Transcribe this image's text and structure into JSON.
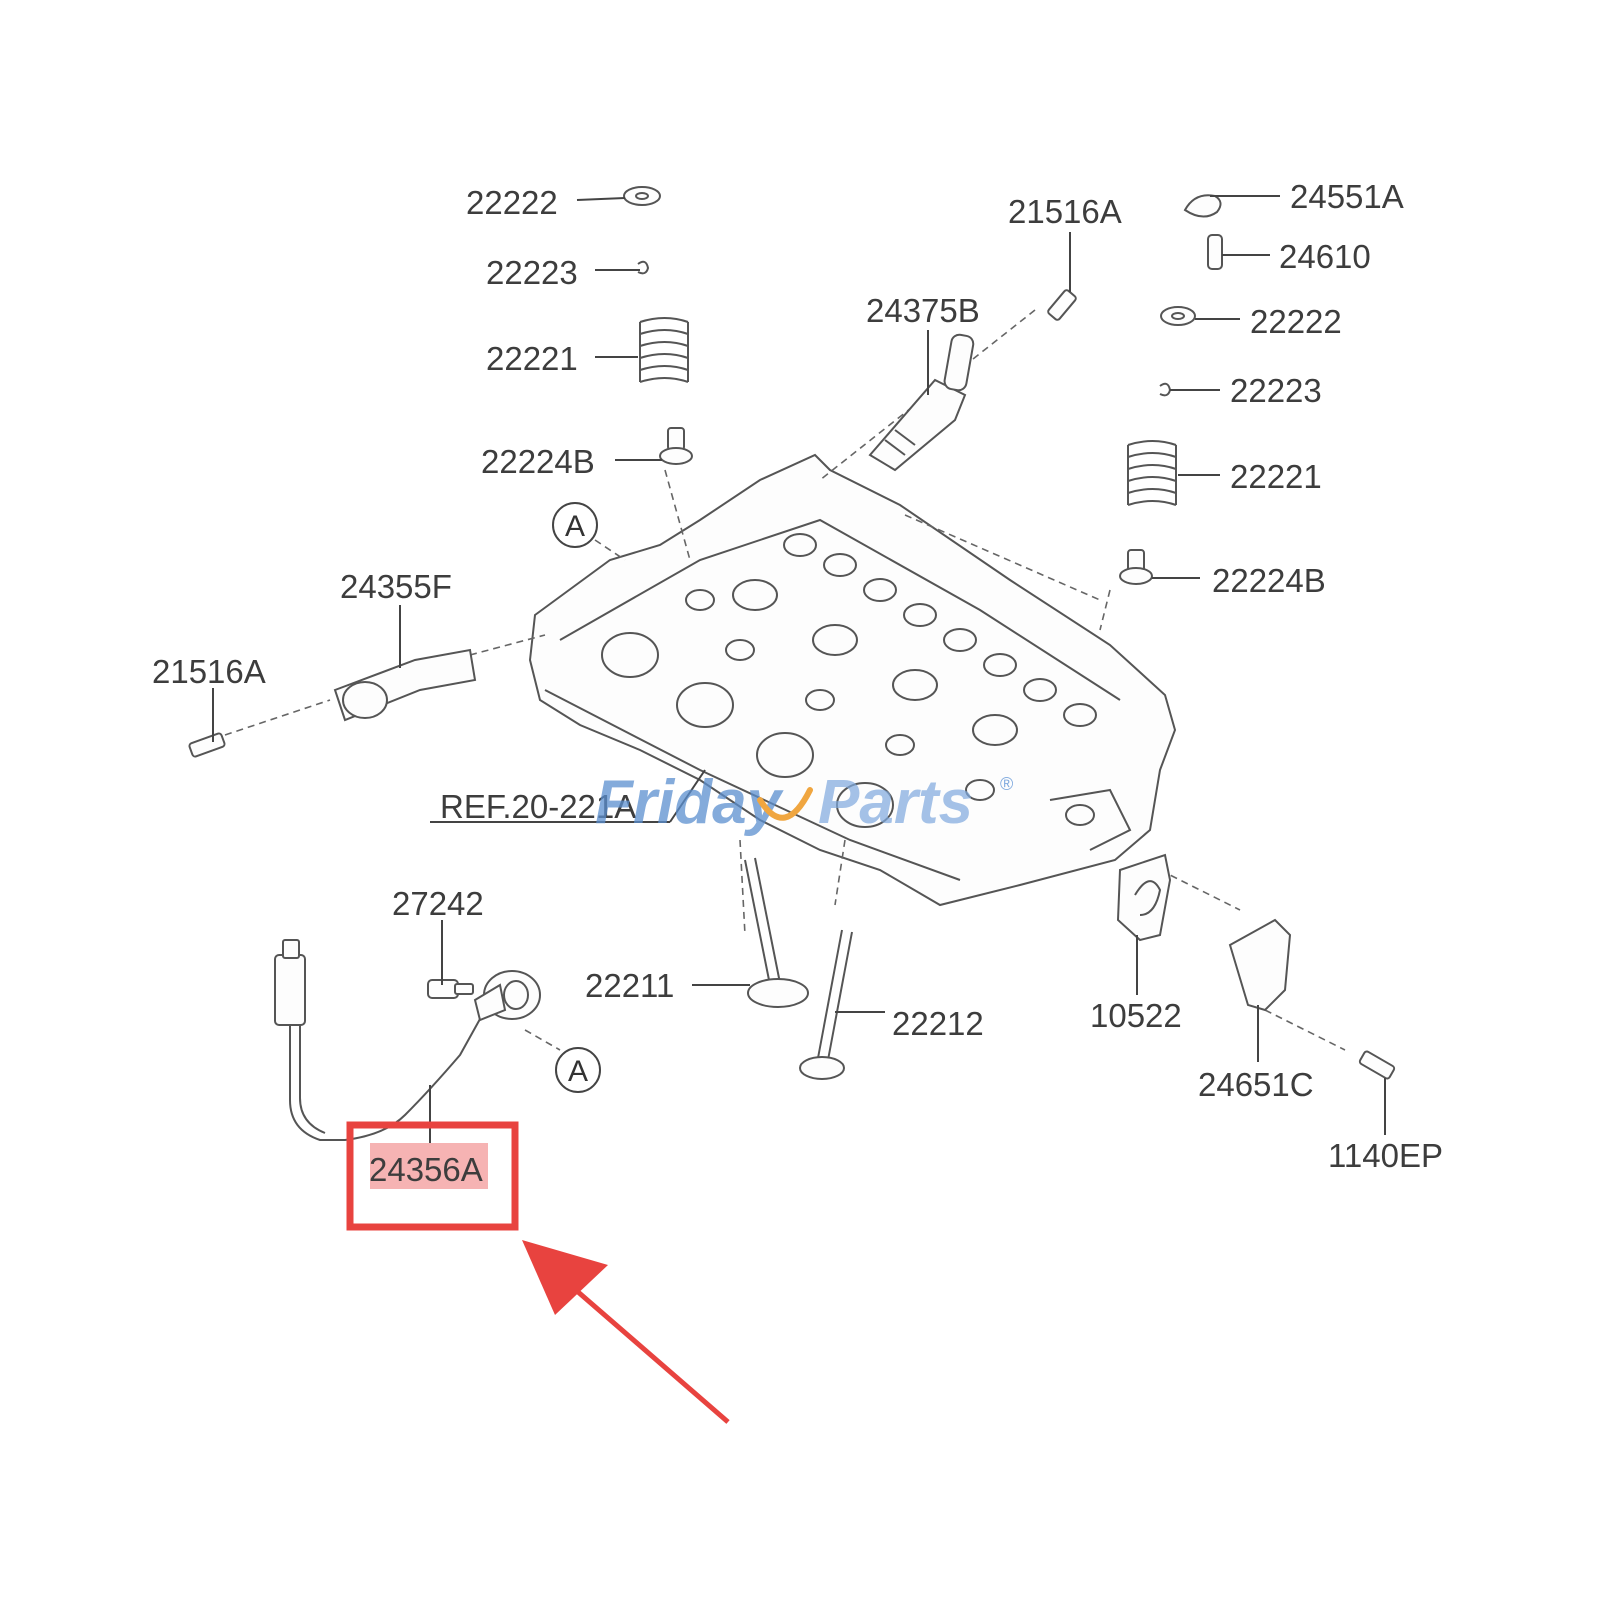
{
  "labels": {
    "l22222_top": "22222",
    "l22223_top": "22223",
    "l22221_top": "22221",
    "l22224B_top": "22224B",
    "l21516A_top": "21516A",
    "l24375B": "24375B",
    "l24551A": "24551A",
    "l24610": "24610",
    "l22222_right": "22222",
    "l22223_right": "22223",
    "l22221_right": "22221",
    "l22224B_right": "22224B",
    "l24355F": "24355F",
    "l21516A_left": "21516A",
    "ref": "REF.20-221A",
    "l27242": "27242",
    "l22211": "22211",
    "l22212": "22212",
    "l10522": "10522",
    "l24651C": "24651C",
    "l1140EP": "1140EP",
    "l24356A": "24356A",
    "circle_a_top": "A",
    "circle_a_bottom": "A"
  },
  "watermark": {
    "part1": "Friday",
    "part2": "Parts",
    "mark": "®"
  },
  "highlight": {
    "color": "#e8433f",
    "part": "24356A"
  }
}
